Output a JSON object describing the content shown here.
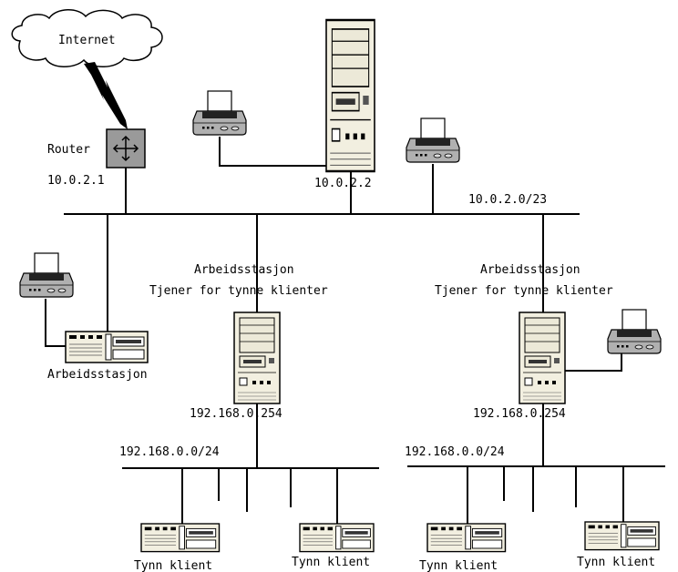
{
  "internet": {
    "label": "Internet"
  },
  "router": {
    "label": "Router",
    "ip": "10.0.2.1"
  },
  "main_server": {
    "ip": "10.0.2.2"
  },
  "main_network": {
    "label": "10.0.2.0/23"
  },
  "workstation_left": {
    "label": "Arbeidsstasjon"
  },
  "ltsp_left": {
    "title_line1": "Arbeidsstasjon",
    "title_line2": "Tjener for tynne klienter",
    "ip": "192.168.0.254",
    "subnet": "192.168.0.0/24",
    "client1": "Tynn klient",
    "client2": "Tynn klient"
  },
  "ltsp_right": {
    "title_line1": "Arbeidsstasjon",
    "title_line2": "Tjener for tynne klienter",
    "ip": "192.168.0.254",
    "subnet": "192.168.0.0/24",
    "client1": "Tynn klient",
    "client2": "Tynn klient"
  },
  "icons": {
    "cloud": "cloud-icon",
    "router": "router-icon",
    "tower": "tower-computer-icon",
    "printer": "printer-icon",
    "desktop": "desktop-computer-icon"
  }
}
